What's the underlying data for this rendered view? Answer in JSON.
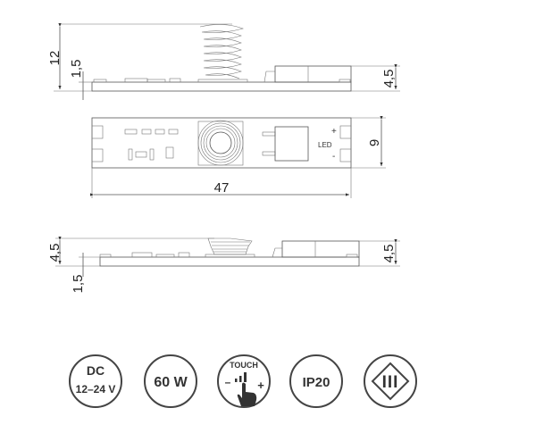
{
  "drawing": {
    "side_view_top": {
      "height_total": "12",
      "board_thickness": "1,5",
      "connector_height": "4,5"
    },
    "plan_view": {
      "length": "47",
      "width": "9",
      "led_label": "LED",
      "plus": "+",
      "minus": "-"
    },
    "side_view_bottom": {
      "left_height": "4,5",
      "board_thickness": "1,5",
      "right_height": "4,5"
    }
  },
  "icons": [
    {
      "name": "voltage",
      "line1": "DC",
      "line2": "12–24 V"
    },
    {
      "name": "power",
      "label": "60 W"
    },
    {
      "name": "touch-dimmer",
      "label": "TOUCH",
      "minus": "–",
      "plus": "+"
    },
    {
      "name": "ip-rating",
      "label": "IP20"
    },
    {
      "name": "safety-class-iii",
      "label": "III"
    }
  ]
}
